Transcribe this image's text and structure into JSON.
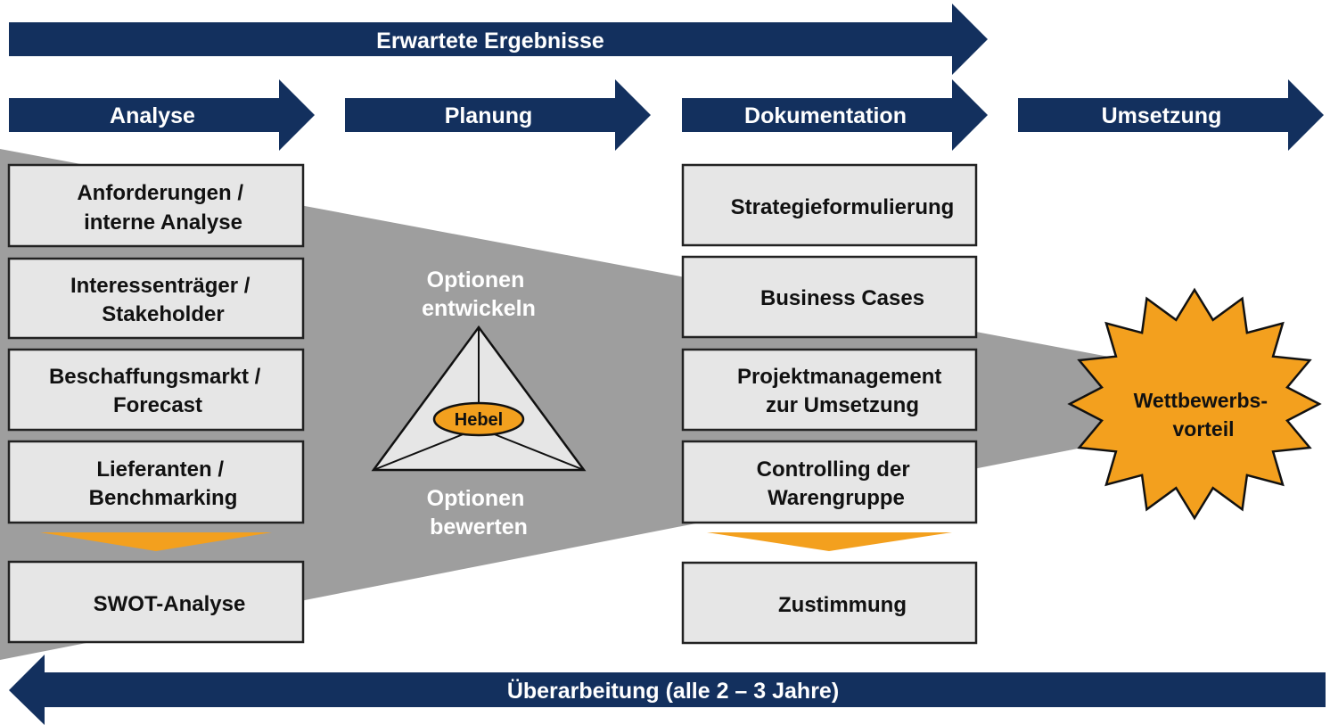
{
  "colors": {
    "arrow": "#13305e",
    "funnel": "#9e9e9e",
    "box_fill": "#e6e6e6",
    "box_border": "#222222",
    "accent": "#f3a01e"
  },
  "top_arrow": {
    "label": "Erwartete Ergebnisse"
  },
  "phases": [
    {
      "label": "Analyse"
    },
    {
      "label": "Planung"
    },
    {
      "label": "Dokumentation"
    },
    {
      "label": "Umsetzung"
    }
  ],
  "analysis_boxes": [
    {
      "lines": [
        "Anforderungen /",
        "interne Analyse"
      ]
    },
    {
      "lines": [
        "Interessenträger /",
        "Stakeholder"
      ]
    },
    {
      "lines": [
        "Beschaffungsmarkt /",
        "Forecast"
      ]
    },
    {
      "lines": [
        "Lieferanten /",
        "Benchmarking"
      ]
    }
  ],
  "analysis_result": {
    "lines": [
      "SWOT-Analyse"
    ]
  },
  "planning": {
    "top_text": [
      "Optionen",
      "entwickeln"
    ],
    "bottom_text": [
      "Optionen",
      "bewerten"
    ],
    "hebel": "Hebel"
  },
  "documentation_boxes": [
    {
      "lines": [
        "Strategieformulierung"
      ]
    },
    {
      "lines": [
        "Business Cases"
      ]
    },
    {
      "lines": [
        "Projektmanagement",
        "zur Umsetzung"
      ]
    },
    {
      "lines": [
        "Controlling der",
        "Warengruppe"
      ]
    }
  ],
  "documentation_result": {
    "lines": [
      "Zustimmung"
    ]
  },
  "star": {
    "lines": [
      "Wettbewerbs-",
      "vorteil"
    ]
  },
  "bottom_arrow": {
    "label": "Überarbeitung (alle 2 – 3 Jahre)"
  }
}
